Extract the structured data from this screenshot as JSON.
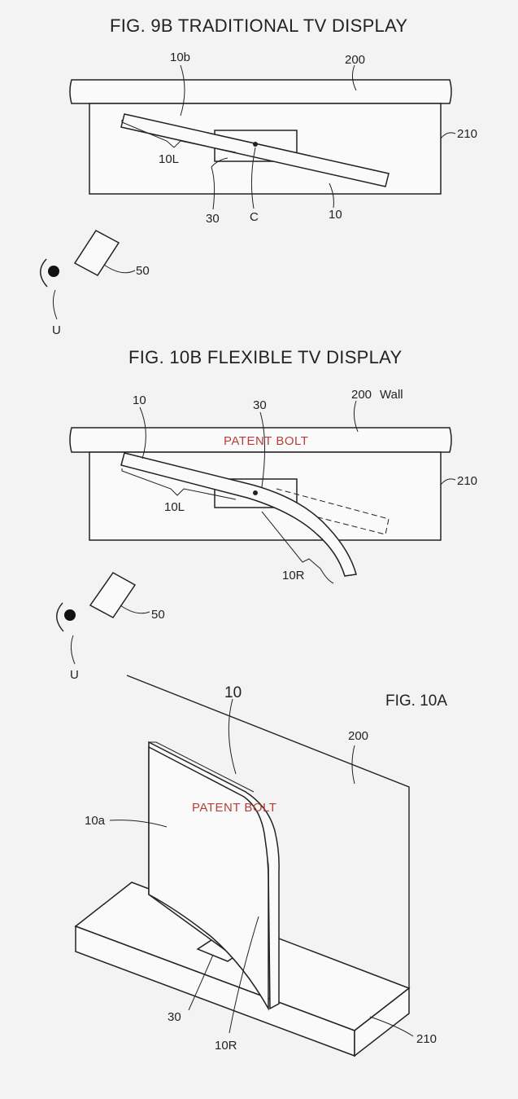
{
  "fig9b": {
    "title": "FIG. 9B  TRADITIONAL TV DISPLAY",
    "labels": {
      "display_top_edge": "10b",
      "wall": "200",
      "stand": "210",
      "left_part": "10L",
      "support": "30",
      "center": "C",
      "display": "10",
      "camera": "50",
      "user": "U"
    }
  },
  "fig10b": {
    "title": "FIG. 10B  FLEXIBLE TV DISPLAY",
    "watermark": "PATENT BOLT",
    "labels": {
      "display": "10",
      "support": "30",
      "wall": "200",
      "wall_word": "Wall",
      "stand": "210",
      "left_part": "10L",
      "right_part": "10R",
      "camera": "50",
      "user": "U"
    }
  },
  "fig10a": {
    "title": "FIG. 10A",
    "watermark": "PATENT BOLT",
    "labels": {
      "display": "10",
      "wall": "200",
      "front_face": "10a",
      "support": "30",
      "right_part": "10R",
      "stand": "210"
    }
  }
}
